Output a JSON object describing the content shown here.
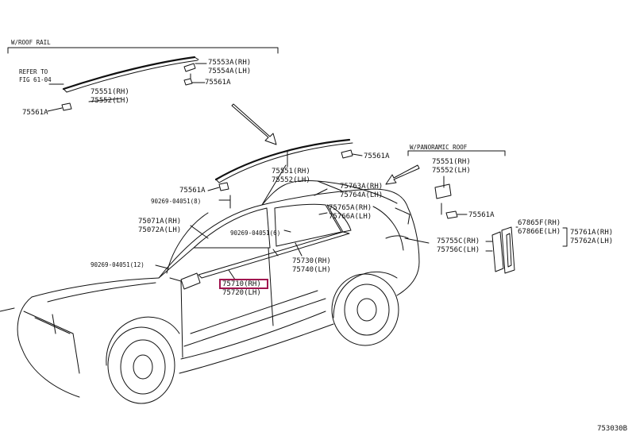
{
  "diagram_code": "753030B",
  "groups": {
    "roof_rail": "W/ROOF RAIL",
    "panoramic_roof": "W/PANORAMIC ROOF"
  },
  "refer": {
    "line1": "REFER TO",
    "line2": "FIG 61-04"
  },
  "parts": {
    "p75553A": "75553A(RH)",
    "p75554A": "75554A(LH)",
    "p75561A_top": "75561A",
    "p75551_top": "75551(RH)",
    "p75552_top": "75552(LH)",
    "p75561A_left": "75561A",
    "p75561A_roof": "75561A",
    "p75551_mid": "75551(RH)",
    "p75552_mid": "75552(LH)",
    "p75561A_pillar": "75561A",
    "p90269_8": "90269-04051(8)",
    "p75763A": "75763A(RH)",
    "p75764A": "75764A(LH)",
    "p75765A": "75765A(RH)",
    "p75766A": "75766A(LH)",
    "p75071A": "75071A(RH)",
    "p75072A": "75072A(LH)",
    "p90269_6": "90269-04051(6)",
    "p90269_12": "90269-04051(12)",
    "p75730": "75730(RH)",
    "p75740": "75740(LH)",
    "p75710": "75710(RH)",
    "p75720": "75720(LH)",
    "p75551_pano": "75551(RH)",
    "p75552_pano": "75552(LH)",
    "p75561A_pano": "75561A",
    "p75755C": "75755C(RH)",
    "p75756C": "75756C(LH)",
    "p67865F": "67865F(RH)",
    "p67866E": "67866E(LH)",
    "p75761A": "75761A(RH)",
    "p75762A": "75762A(LH)"
  },
  "highlight_color": "#a0154f"
}
